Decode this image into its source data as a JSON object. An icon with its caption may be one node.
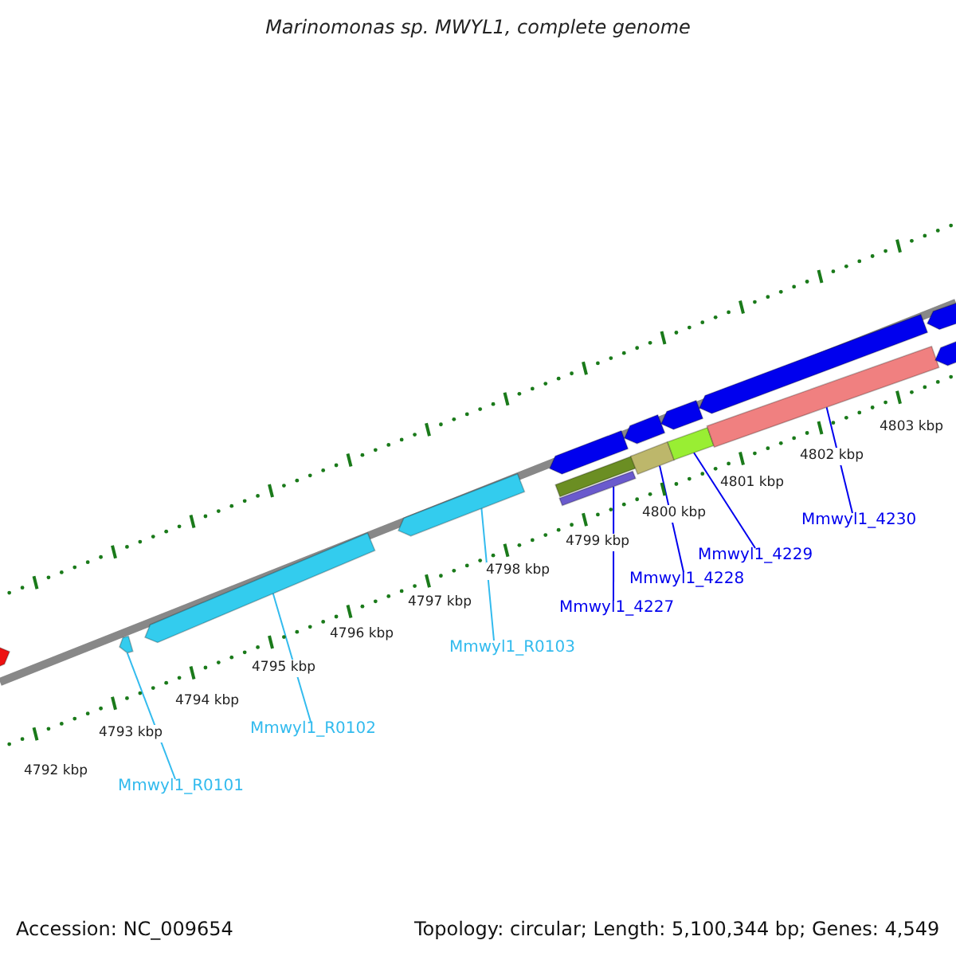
{
  "diagram": {
    "title": "Marinomonas sp. MWYL1, complete genome",
    "nodes": [
      {
        "text": [
          "Mmwyl1_R0101"
        ]
      },
      {
        "text": [
          "Mmwyl1_R0102"
        ]
      },
      {
        "text": [
          "Mmwyl1_R0103"
        ]
      },
      {
        "text": [
          "Mmwyl1_4227"
        ]
      },
      {
        "text": [
          "Mmwyl1_4228"
        ]
      },
      {
        "text": [
          "Mmwyl1_4229"
        ]
      },
      {
        "text": [
          "Mmwyl1_4230"
        ]
      },
      {
        "text": [],
        "shape": "bar"
      },
      {
        "text": [],
        "shape": "bar"
      },
      {
        "text": [],
        "shape": "bar"
      },
      {
        "text": [],
        "shape": "bar"
      },
      {
        "text": [],
        "shape": "bar"
      },
      {
        "text": [],
        "shape": "bar"
      },
      {
        "text": [],
        "shape": "bar"
      },
      {
        "text": [],
        "shape": "bar"
      },
      {
        "text": [],
        "shape": "bar"
      },
      {
        "text": [],
        "shape": "bar"
      },
      {
        "text": [],
        "shape": "bar"
      },
      {
        "text": [],
        "shape": "bar"
      },
      {
        "text": [],
        "shape": "bar"
      },
      {
        "text": [],
        "shape": "bar"
      },
      {
        "text": [],
        "shape": "bar"
      }
    ],
    "edges": [
      {
        "from": 0,
        "to": 8,
        "arrow": "none",
        "color": "#33bbee"
      },
      {
        "from": 1,
        "to": 9,
        "arrow": "none",
        "color": "#33bbee"
      },
      {
        "from": 2,
        "to": 10,
        "arrow": "none",
        "color": "#33bbee"
      },
      {
        "from": 3,
        "to": 17,
        "arrow": "none"
      },
      {
        "from": 4,
        "to": 18,
        "arrow": "none"
      },
      {
        "from": 5,
        "to": 19,
        "arrow": "none"
      },
      {
        "from": 6,
        "to": 20,
        "arrow": "none"
      }
    ],
    "labels": [
      "4792 kbp",
      "4793 kbp",
      "4794 kbp",
      "4795 kbp",
      "4796 kbp",
      "4797 kbp",
      "4798 kbp",
      "4799 kbp",
      "4800 kbp",
      "4801 kbp",
      "4802 kbp",
      "4803 kbp",
      "Accession: NC_009654",
      "Topology: circular; Length: 5,100,344 bp; Genes: 4,549"
    ]
  }
}
